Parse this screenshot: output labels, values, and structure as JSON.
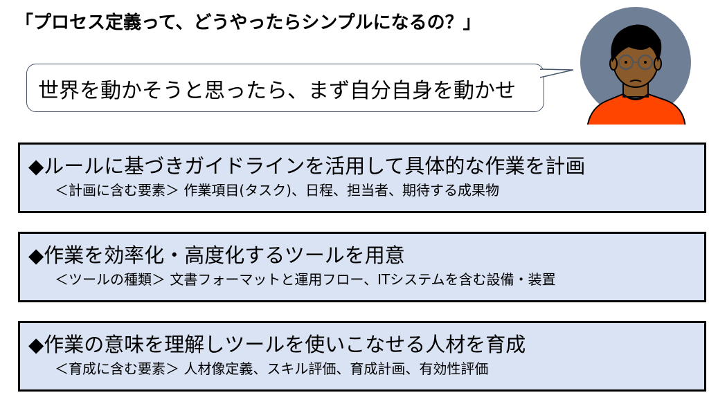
{
  "title": "「プロセス定義って、どうやったらシンプルになるの？」",
  "speech_bubble": "世界を動かそうと思ったら、まず自分自身を動かせ",
  "avatar": {
    "icon": "person-avatar-icon",
    "background": "#6f7f96",
    "shirt": "#ff4500",
    "skin": "#8b5a2b"
  },
  "colors": {
    "box_fill": "#dae3f3",
    "box_border": "#000000"
  },
  "boxes": [
    {
      "heading": "◆ルールに基づきガイドラインを活用して具体的な作業を計画",
      "detail": "＜計画に含む要素＞ 作業項目(タスク)、日程、担当者、期待する成果物"
    },
    {
      "heading": "◆作業を効率化・高度化するツールを用意",
      "detail": "＜ツールの種類＞ 文書フォーマットと運用フロー、ITシステムを含む設備・装置"
    },
    {
      "heading": "◆作業の意味を理解しツールを使いこなせる人材を育成",
      "detail": "＜育成に含む要素＞ 人材像定義、スキル評価、育成計画、有効性評価"
    }
  ]
}
